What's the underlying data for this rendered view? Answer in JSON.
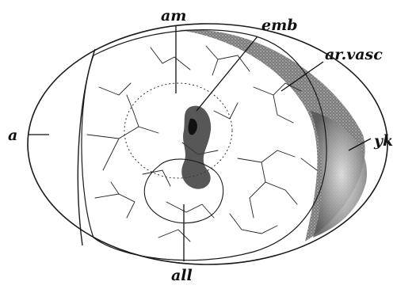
{
  "labels": {
    "amnion": "am",
    "embryo": "emb",
    "area_vasculosa": "ar.vasc",
    "yolk": "yk",
    "albumen": "a",
    "allantois": "all"
  }
}
